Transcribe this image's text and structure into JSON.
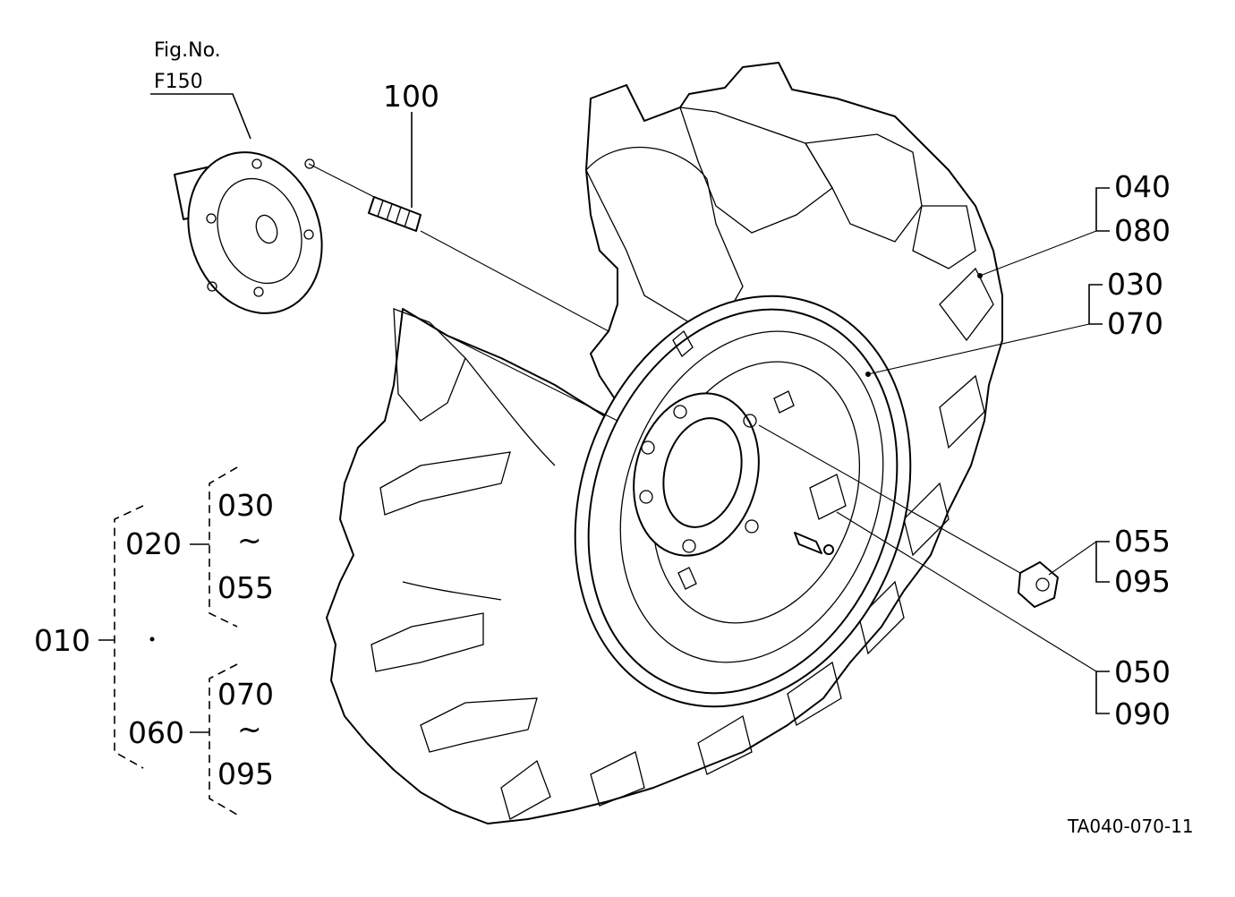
{
  "figure_ref": {
    "line1": "Fig.No.",
    "line2": "F150"
  },
  "drawing_code": "TA040-070-11",
  "callouts": {
    "c100": "100",
    "c040": "040",
    "c080": "080",
    "c030": "030",
    "c070": "070",
    "c055": "055",
    "c095": "095",
    "c050": "050",
    "c090": "090"
  },
  "assembly_tree": {
    "root": "010",
    "group_a": {
      "id": "020",
      "from": "030",
      "tilde": "~",
      "to": "055"
    },
    "group_b": {
      "id": "060",
      "from": "070",
      "tilde": "~",
      "to": "095"
    }
  }
}
